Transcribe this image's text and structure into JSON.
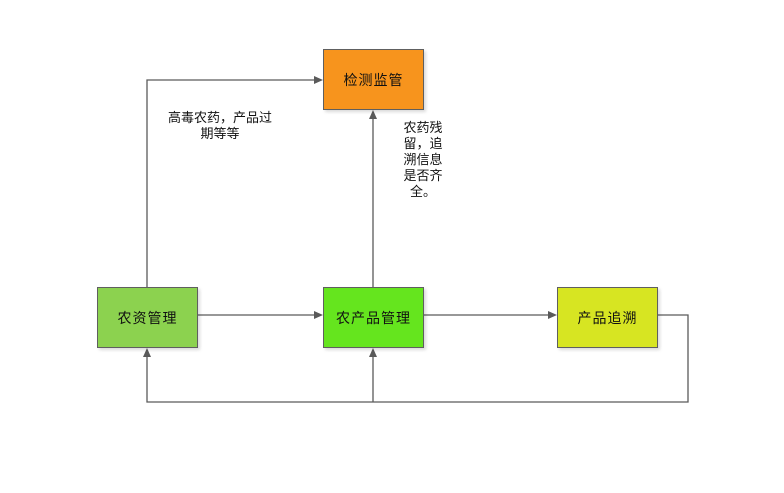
{
  "diagram": {
    "background": "#ffffff",
    "connector_color": "#5a5a5a",
    "node_border_color": "#5f5f5f",
    "nodes": {
      "detection": {
        "label": "检测监管",
        "fill": "#F7941D"
      },
      "farm_input": {
        "label": "农资管理",
        "fill": "#8CD24F"
      },
      "farm_product": {
        "label": "农产品管理",
        "fill": "#65E51E"
      },
      "trace": {
        "label": "产品追溯",
        "fill": "#D7E522"
      }
    },
    "annotations": {
      "left": {
        "full_text": "高毒农药，产品过期等等",
        "lines": [
          "高毒农药，产品过",
          "期等等"
        ]
      },
      "right": {
        "full_text": "农药残留，追溯信息是否齐全。",
        "lines": [
          "农药残",
          "留，追",
          "溯信息",
          "是否齐",
          "全。"
        ]
      }
    }
  }
}
